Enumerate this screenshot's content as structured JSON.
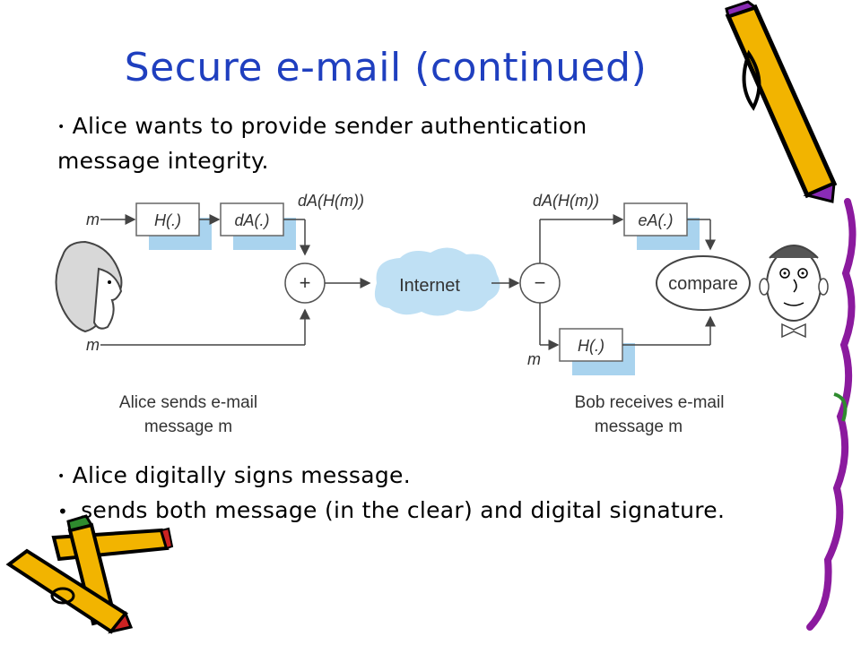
{
  "slide": {
    "title": "Secure e-mail (continued)",
    "intro_line1": "Alice wants to provide sender authentication",
    "intro_line2": "message integrity.",
    "bullets": [
      "Alice digitally signs message.",
      "sends both message (in the clear) and digital signature."
    ]
  },
  "diagram": {
    "sender": {
      "input_m_top": "m",
      "input_m_bottom": "m",
      "hash_box": "H(.)",
      "sign_box": "dA(.)",
      "signed_label": "dA(H(m))",
      "combine_symbol": "+",
      "caption_line1": "Alice sends e-mail",
      "caption_line2": "message m"
    },
    "network": {
      "label": "Internet"
    },
    "receiver": {
      "signed_label": "dA(H(m))",
      "split_symbol": "−",
      "verify_box": "eA(.)",
      "hash_box": "H(.)",
      "compare_label": "compare",
      "input_m": "m",
      "caption_line1": "Bob receives e-mail",
      "caption_line2": "message m"
    }
  },
  "colors": {
    "title": "#1f3fbf",
    "box_shadow": "#a9d3ee",
    "cloud": "#bfe0f4",
    "pencil_body": "#f2b400",
    "pencil_outline": "#000000",
    "crayon_green": "#2e8b2e",
    "crayon_red": "#cc2222",
    "border_purple": "#8b1a9e"
  }
}
